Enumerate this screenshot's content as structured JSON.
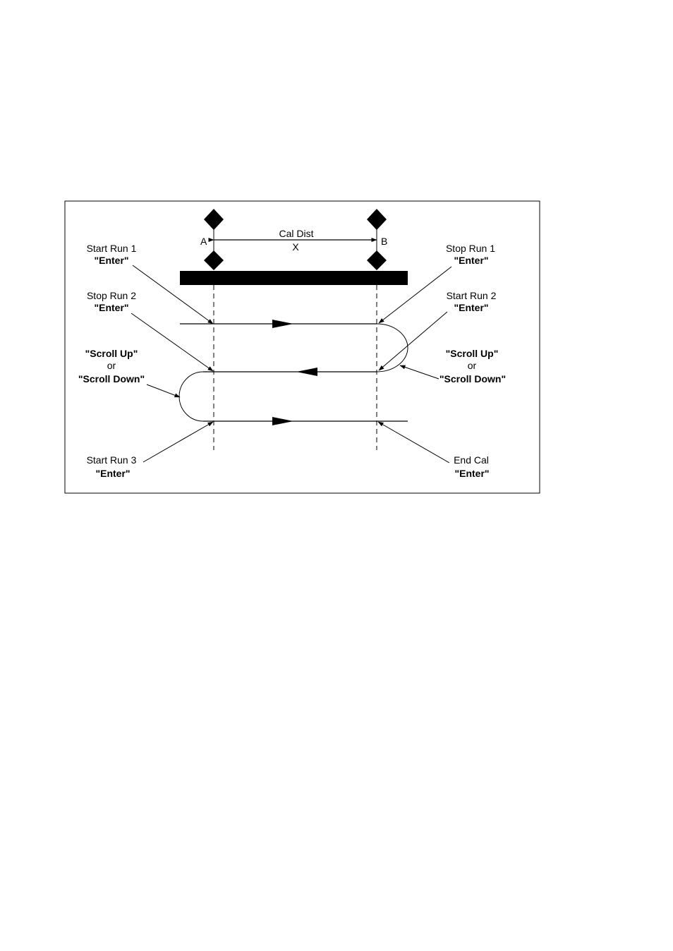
{
  "markers": {
    "a_label": "A",
    "b_label": "B"
  },
  "dimension": {
    "label": "Cal Dist",
    "symbol": "X"
  },
  "callouts": {
    "start_run_1": {
      "line1": "Start Run 1",
      "line2": "\"Enter\""
    },
    "stop_run_1": {
      "line1": "Stop Run 1",
      "line2": "\"Enter\""
    },
    "stop_run_2": {
      "line1": "Stop Run 2",
      "line2": "\"Enter\""
    },
    "start_run_2": {
      "line1": "Start Run 2",
      "line2": "\"Enter\""
    },
    "scroll_left": {
      "line1": "\"Scroll Up\"",
      "line2": "or",
      "line3": "\"Scroll Down\""
    },
    "scroll_right": {
      "line1": "\"Scroll Up\"",
      "line2": "or",
      "line3": "\"Scroll Down\""
    },
    "start_run_3": {
      "line1": "Start Run 3",
      "line2": "\"Enter\""
    },
    "end_cal": {
      "line1": "End Cal",
      "line2": "\"Enter\""
    }
  }
}
